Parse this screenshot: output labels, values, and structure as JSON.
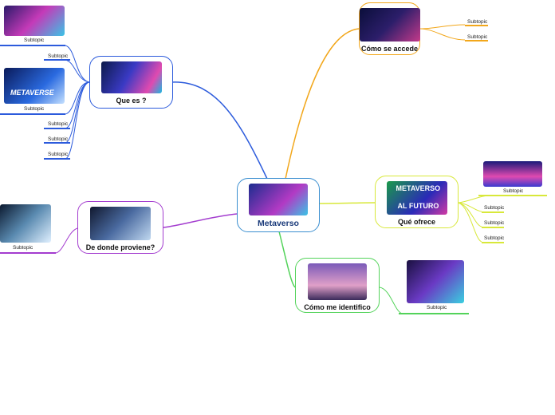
{
  "central": {
    "label": "Metaverso",
    "color": "#3b8fd0"
  },
  "branches": [
    {
      "id": "que-es",
      "label": "Que es ?",
      "color": "#2c5bdc"
    },
    {
      "id": "como-accede",
      "label": "Cómo se accede",
      "color": "#f2a71b"
    },
    {
      "id": "que-ofrece",
      "label": "Qué ofrece",
      "color": "#d8e83a"
    },
    {
      "id": "como-identifico",
      "label": "Cómo me identifico",
      "color": "#53d35a"
    },
    {
      "id": "de-donde",
      "label": "De donde proviene?",
      "color": "#a33ccf"
    }
  ],
  "subtopics": {
    "que_es": [
      "Subtopic",
      "Subtopic",
      "Subtopic",
      "Subtopic",
      "Subtopic",
      "Subtopic"
    ],
    "como_accede": [
      "Subtopic",
      "Subtopic"
    ],
    "que_ofrece": [
      "Subtopic",
      "Subtopic",
      "Subtopic",
      "Subtopic"
    ],
    "como_identifico": [
      "Subtopic"
    ],
    "de_donde": [
      "Subtopic"
    ]
  },
  "image_texts": {
    "metaverso_banner": "METAVERSO",
    "futuro_banner": "AL FUTURO",
    "metaverse_logo": "METAVERSE"
  }
}
